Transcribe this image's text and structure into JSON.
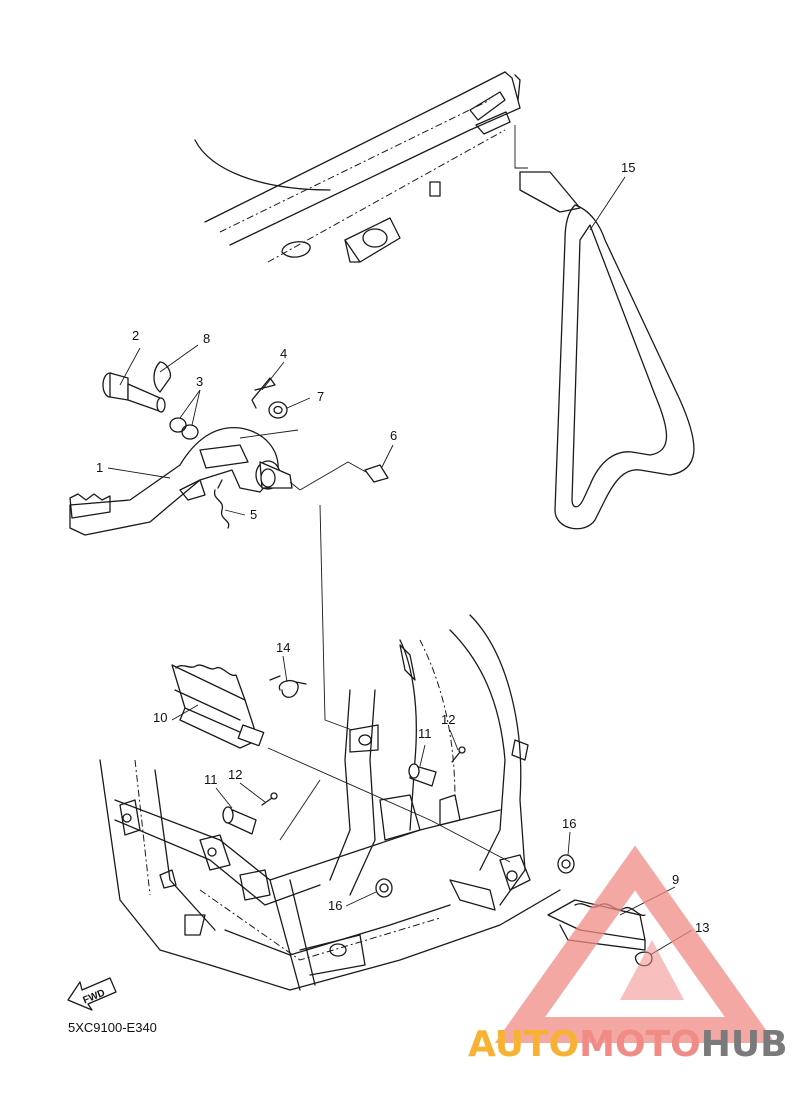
{
  "diagram_code": "5XC9100-E340",
  "fwd_label": "FWD",
  "watermark": {
    "part1": "AUTO",
    "part2": "MOTO",
    "part3": "HUB"
  },
  "callouts": [
    {
      "id": "c1",
      "num": "1"
    },
    {
      "id": "c2",
      "num": "2"
    },
    {
      "id": "c3",
      "num": "3"
    },
    {
      "id": "c4",
      "num": "4"
    },
    {
      "id": "c5",
      "num": "5"
    },
    {
      "id": "c6",
      "num": "6"
    },
    {
      "id": "c7",
      "num": "7"
    },
    {
      "id": "c8",
      "num": "8"
    },
    {
      "id": "c9",
      "num": "9"
    },
    {
      "id": "c10",
      "num": "10"
    },
    {
      "id": "c11a",
      "num": "11"
    },
    {
      "id": "c11b",
      "num": "11"
    },
    {
      "id": "c12a",
      "num": "12"
    },
    {
      "id": "c12b",
      "num": "12"
    },
    {
      "id": "c13",
      "num": "13"
    },
    {
      "id": "c14",
      "num": "14"
    },
    {
      "id": "c15",
      "num": "15"
    },
    {
      "id": "c16a",
      "num": "16"
    },
    {
      "id": "c16b",
      "num": "16"
    }
  ],
  "colors": {
    "watermark_red": "#f08b86",
    "watermark_orange": "#f7b233",
    "watermark_gray": "#7a7a7a"
  }
}
